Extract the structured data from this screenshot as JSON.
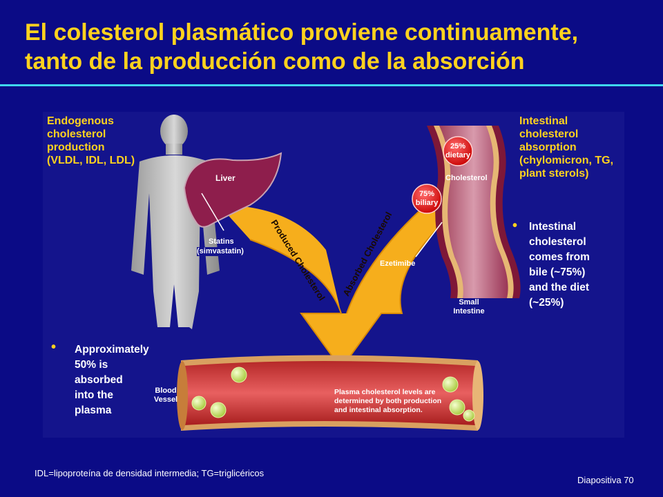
{
  "title_line1": "El colesterol plasmático proviene continuamente,",
  "title_line2": "tanto de la producción como de la absorción",
  "endogenous": [
    "Endogenous",
    "cholesterol",
    "production",
    "(VLDL, IDL, LDL)"
  ],
  "intestinal": [
    "Intestinal",
    "cholesterol",
    "absorption",
    "(chylomicron, TG,",
    "plant sterols)"
  ],
  "bullet_right": [
    "Intestinal",
    "cholesterol",
    "comes from",
    "bile (~75%)",
    "and the diet",
    "(~25%)"
  ],
  "bullet_left": [
    "Approximately",
    "50% is",
    "absorbed",
    "into the",
    "plasma"
  ],
  "labels": {
    "liver": "Liver",
    "statins": "Statins",
    "simvastatin": "(simvastatin)",
    "produced": "Produced Cholesterol",
    "absorbed": "Absorbed Cholesterol",
    "ezetimibe": "Ezetimibe",
    "cholesterol": "Cholesterol",
    "dietary_pct": "25%",
    "dietary": "dietary",
    "biliary_pct": "75%",
    "biliary": "biliary",
    "small": "Small",
    "intestine": "Intestine",
    "blood": "Blood",
    "vessel": "Vessel",
    "plasma1": "Plasma cholesterol levels are",
    "plasma2": "determined by both production",
    "plasma3": "and intestinal absorption."
  },
  "footnote": "IDL=lipoproteína de densidad intermedia; TG=triglicéricos",
  "slide_number": "Diapositiva 70",
  "colors": {
    "background": "#0b0b86",
    "title": "#ffd21e",
    "rule": "#3fd7ee",
    "arrow": "#f6ae1c",
    "liver": "#8e1e4c"
  }
}
